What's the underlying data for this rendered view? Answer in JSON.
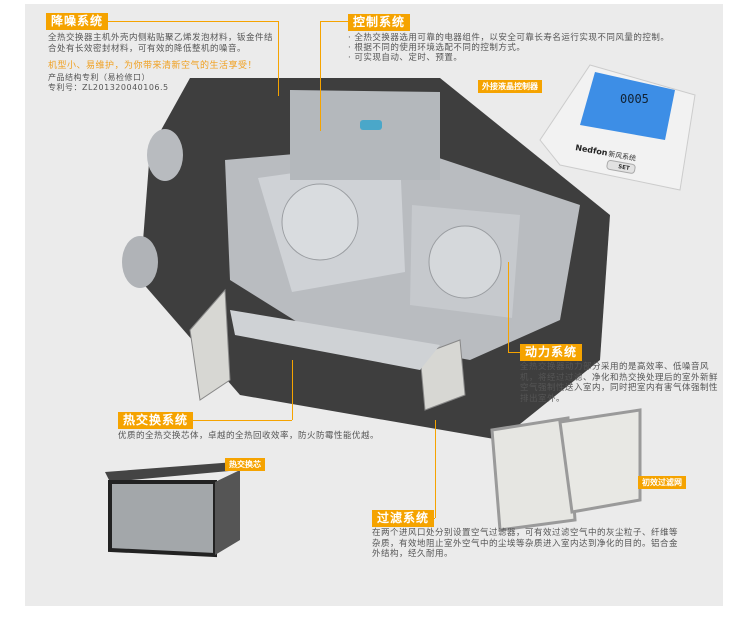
{
  "noise": {
    "title": "降噪系统",
    "text": "全热交换器主机外壳内侧粘贴聚乙烯发泡材料，钣金件结合处有长效密封材料，可有效的降低整机的噪音。",
    "slogan": "机型小、易维护，为你带来清新空气的生活享受！",
    "patent_label": "产品结构专利（易检修口）",
    "patent_no": "专利号：ZL201320040106.5"
  },
  "control": {
    "title": "控制系统",
    "items": [
      "· 全热交换器选用可靠的电器组件，以安全可靠长寿名运行实现不同风量的控制。",
      "· 根据不同的使用环境选配不同的控制方式。",
      "· 可实现自动、定时、预置。"
    ]
  },
  "controller": {
    "tag": "外接液晶控制器",
    "display": "0005",
    "brand": "Nedfon",
    "brand_sub": "新风系统",
    "set_label": "SET"
  },
  "power": {
    "title": "动力系统",
    "text": "全热交换器动力部分采用的是高效率、低噪音风机，将经过过滤、净化和热交换处理后的室外新鲜空气强制性送入室内，同时把室内有害气体强制性排出室外。"
  },
  "heat": {
    "title": "热交换系统",
    "text": "优质的全热交换芯体，卓越的全热回收效率，防火防霉性能优越。",
    "core_tag": "热交换芯"
  },
  "filter": {
    "title": "过滤系统",
    "text": "在两个进风口处分别设置空气过滤器，可有效过滤空气中的灰尘粒子、纤维等杂质，有效地阻止室外空气中的尘埃等杂质进入室内达到净化的目的。铝合金外结构，经久耐用。",
    "filter_tag": "初效过滤网"
  },
  "colors": {
    "accent": "#f5a300",
    "panel": "#ebebeb"
  }
}
